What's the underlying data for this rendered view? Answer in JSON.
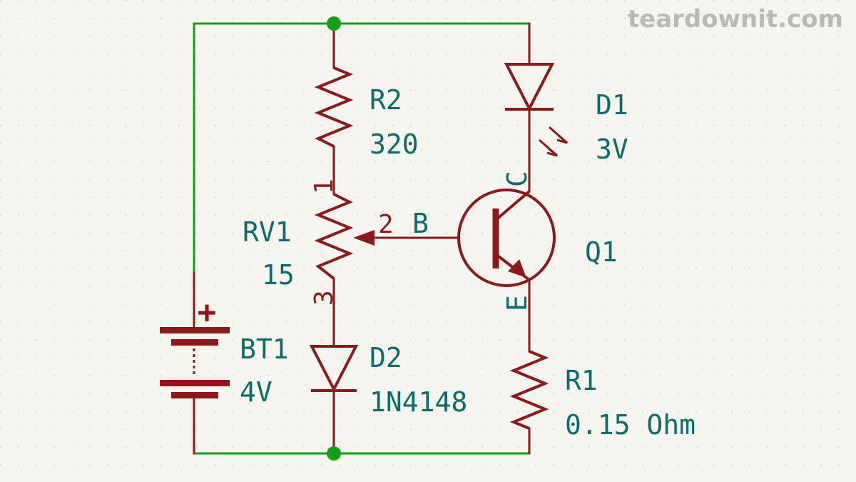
{
  "watermark": "teardownit.com",
  "colors": {
    "background": "#f5f4ef",
    "wire": "#14a014",
    "component": "#8b1a1a",
    "label": "#0e6b6b",
    "junction": "#14a014"
  },
  "components": {
    "r2": {
      "ref": "R2",
      "value": "320"
    },
    "rv1": {
      "ref": "RV1",
      "value": "15",
      "pin1": "1",
      "pin2": "2",
      "pin3": "3"
    },
    "d1": {
      "ref": "D1",
      "value": "3V"
    },
    "q1": {
      "ref": "Q1",
      "pin_b": "B",
      "pin_c": "C",
      "pin_e": "E"
    },
    "bt1": {
      "ref": "BT1",
      "value": "4V",
      "polarity": "+"
    },
    "d2": {
      "ref": "D2",
      "value": "1N4148"
    },
    "r1": {
      "ref": "R1",
      "value": "0.15 Ohm"
    }
  }
}
